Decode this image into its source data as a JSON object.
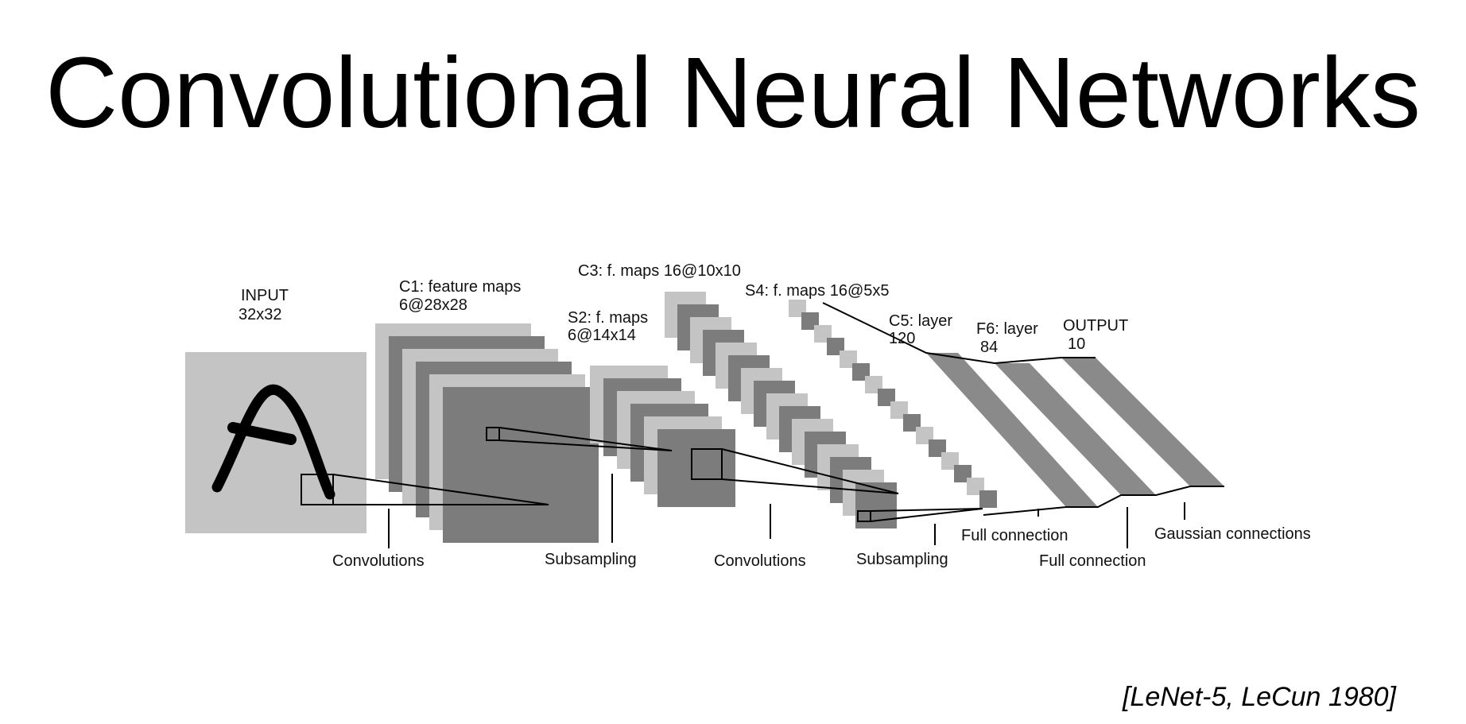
{
  "slide": {
    "title": "Convolutional Neural Networks",
    "citation": "[LeNet-5, LeCun 1980]"
  },
  "diagram": {
    "colors": {
      "light_gray": "#c4c4c4",
      "dark_gray": "#7c7c7c",
      "mid_gray": "#8a8a8a",
      "line": "#000000"
    },
    "layers": {
      "input": {
        "line1": "INPUT",
        "line2": "32x32"
      },
      "c1": {
        "line1": "C1: feature maps",
        "line2": "6@28x28"
      },
      "s2": {
        "line1": "S2: f. maps",
        "line2": "6@14x14"
      },
      "c3": {
        "line1": "C3: f. maps 16@10x10"
      },
      "s4": {
        "line1": "S4: f. maps 16@5x5"
      },
      "c5": {
        "line1": "C5: layer",
        "line2": "120"
      },
      "f6": {
        "line1": "F6: layer",
        "line2": "84"
      },
      "output": {
        "line1": "OUTPUT",
        "line2": "10"
      }
    },
    "operations": {
      "conv1": "Convolutions",
      "sub1": "Subsampling",
      "conv2": "Convolutions",
      "sub2": "Subsampling",
      "full1": "Full connection",
      "full2": "Full connection",
      "gauss": "Gaussian connections"
    }
  }
}
